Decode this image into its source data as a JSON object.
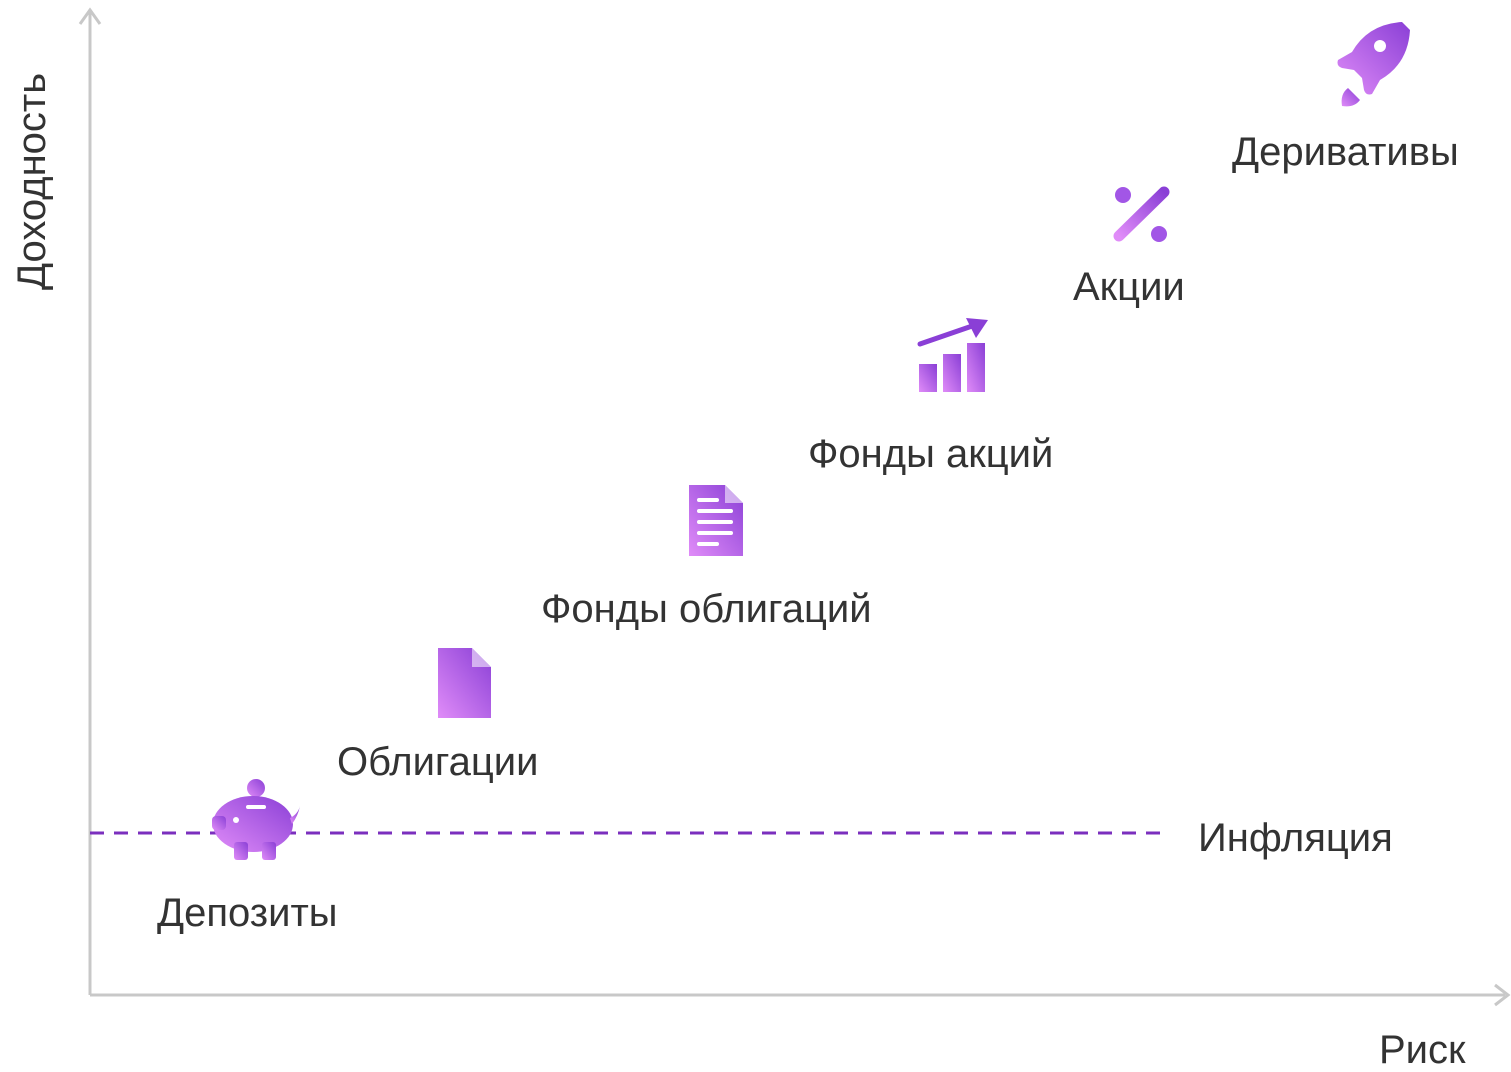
{
  "axes": {
    "x_label": "Риск",
    "y_label": "Доходность",
    "color": "#c8c8c8"
  },
  "inflation": {
    "label": "Инфляция",
    "color": "#7b2fbe",
    "style": "dashed"
  },
  "assets": [
    {
      "id": "deposits",
      "label": "Депозиты",
      "icon": "piggy-bank-icon"
    },
    {
      "id": "bonds",
      "label": "Облигации",
      "icon": "document-icon"
    },
    {
      "id": "bond_funds",
      "label": "Фонды облигаций",
      "icon": "document-lines-icon"
    },
    {
      "id": "equity_funds",
      "label": "Фонды акций",
      "icon": "growth-chart-icon"
    },
    {
      "id": "stocks",
      "label": "Акции",
      "icon": "percent-icon"
    },
    {
      "id": "derivatives",
      "label": "Деривативы",
      "icon": "rocket-icon"
    }
  ],
  "colors": {
    "icon_gradient_start": "#e08cf8",
    "icon_gradient_end": "#8a3fd6",
    "text": "#333333"
  }
}
